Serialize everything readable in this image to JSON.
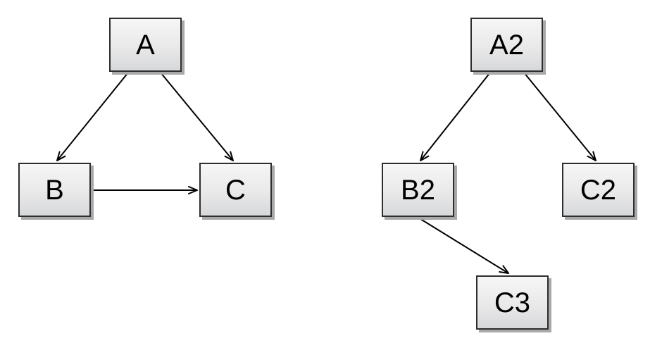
{
  "canvas": {
    "background_color": "#ffffff"
  },
  "colors": {
    "node_border": "#2e2e2e",
    "node_fill_top": "#f6f6f6",
    "node_fill_bottom": "#d7d8da",
    "node_shadow": "#a9a9a9",
    "edge_stroke": "#000000",
    "label_text": "#000000"
  },
  "graphs": [
    {
      "name": "left-graph",
      "nodes": [
        {
          "id": "A",
          "label": "A"
        },
        {
          "id": "B",
          "label": "B"
        },
        {
          "id": "C",
          "label": "C"
        }
      ],
      "edges": [
        {
          "from": "A",
          "to": "B"
        },
        {
          "from": "A",
          "to": "C"
        },
        {
          "from": "B",
          "to": "C"
        }
      ]
    },
    {
      "name": "right-graph",
      "nodes": [
        {
          "id": "A2",
          "label": "A2"
        },
        {
          "id": "B2",
          "label": "B2"
        },
        {
          "id": "C2",
          "label": "C2"
        },
        {
          "id": "C3",
          "label": "C3"
        }
      ],
      "edges": [
        {
          "from": "A2",
          "to": "B2"
        },
        {
          "from": "A2",
          "to": "C2"
        },
        {
          "from": "B2",
          "to": "C3"
        }
      ]
    }
  ]
}
